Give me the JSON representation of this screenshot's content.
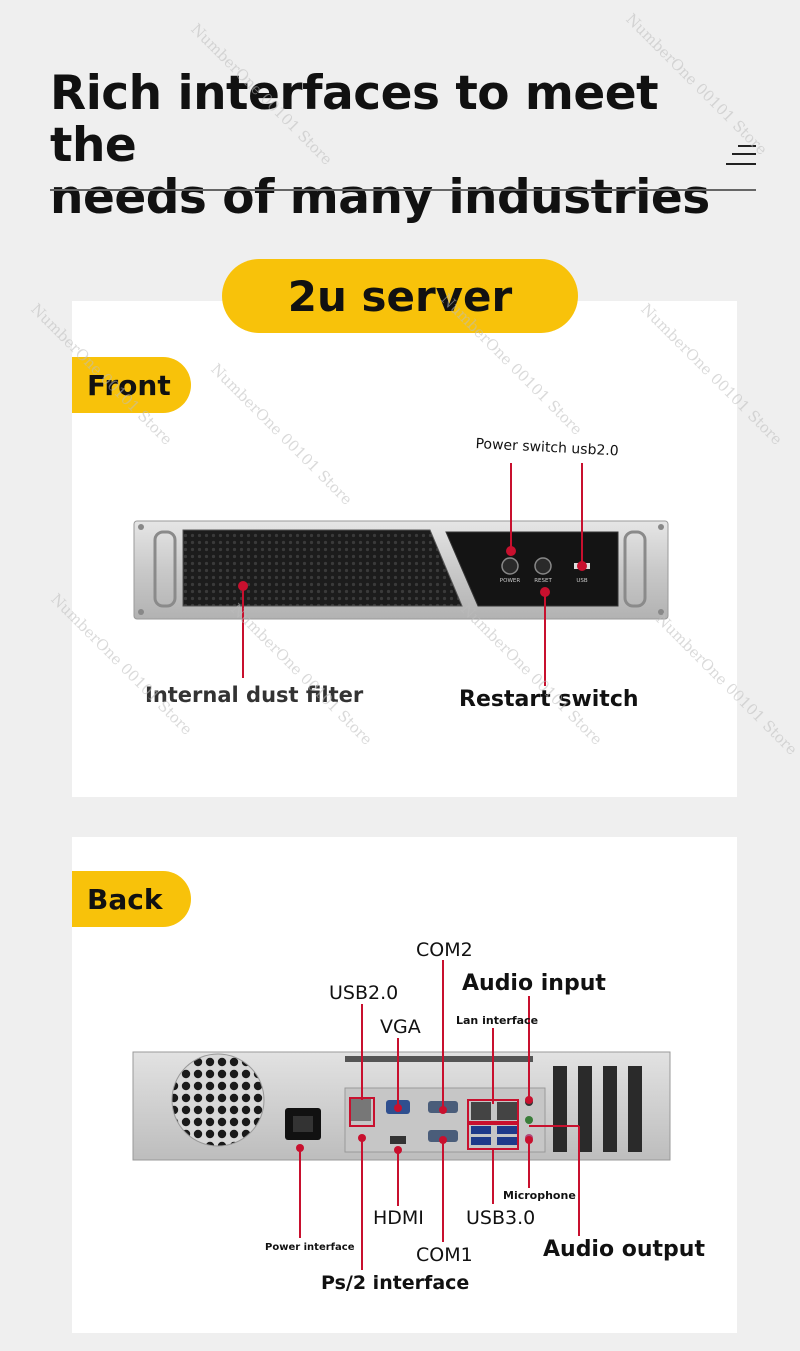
{
  "header": {
    "line1": "Rich interfaces to meet the",
    "line2": "needs of many industries"
  },
  "product_pill": "2u server",
  "front": {
    "tab": "Front",
    "labels": {
      "power_switch": "Power switch",
      "usb20": "usb2.0",
      "dust_filter": "Internal dust filter",
      "restart": "Restart switch"
    },
    "panel_text": {
      "power": "POWER",
      "reset": "RESET",
      "usb": "USB"
    }
  },
  "back": {
    "tab": "Back",
    "labels": {
      "com2": "COM2",
      "usb20": "USB2.0",
      "audio_input": "Audio input",
      "vga": "VGA",
      "lan": "Lan interface",
      "microphone": "Microphone",
      "hdmi": "HDMI",
      "usb30": "USB3.0",
      "power_interface": "Power interface",
      "com1": "COM1",
      "audio_output": "Audio output",
      "ps2": "Ps/2 interface"
    }
  },
  "watermark": "NumberOne 00101 Store",
  "colors": {
    "accent": "#f8c20a",
    "callout_line": "#c8102e",
    "page_bg": "#efefef"
  },
  "icons": {
    "menu": "menu-lines-icon"
  }
}
